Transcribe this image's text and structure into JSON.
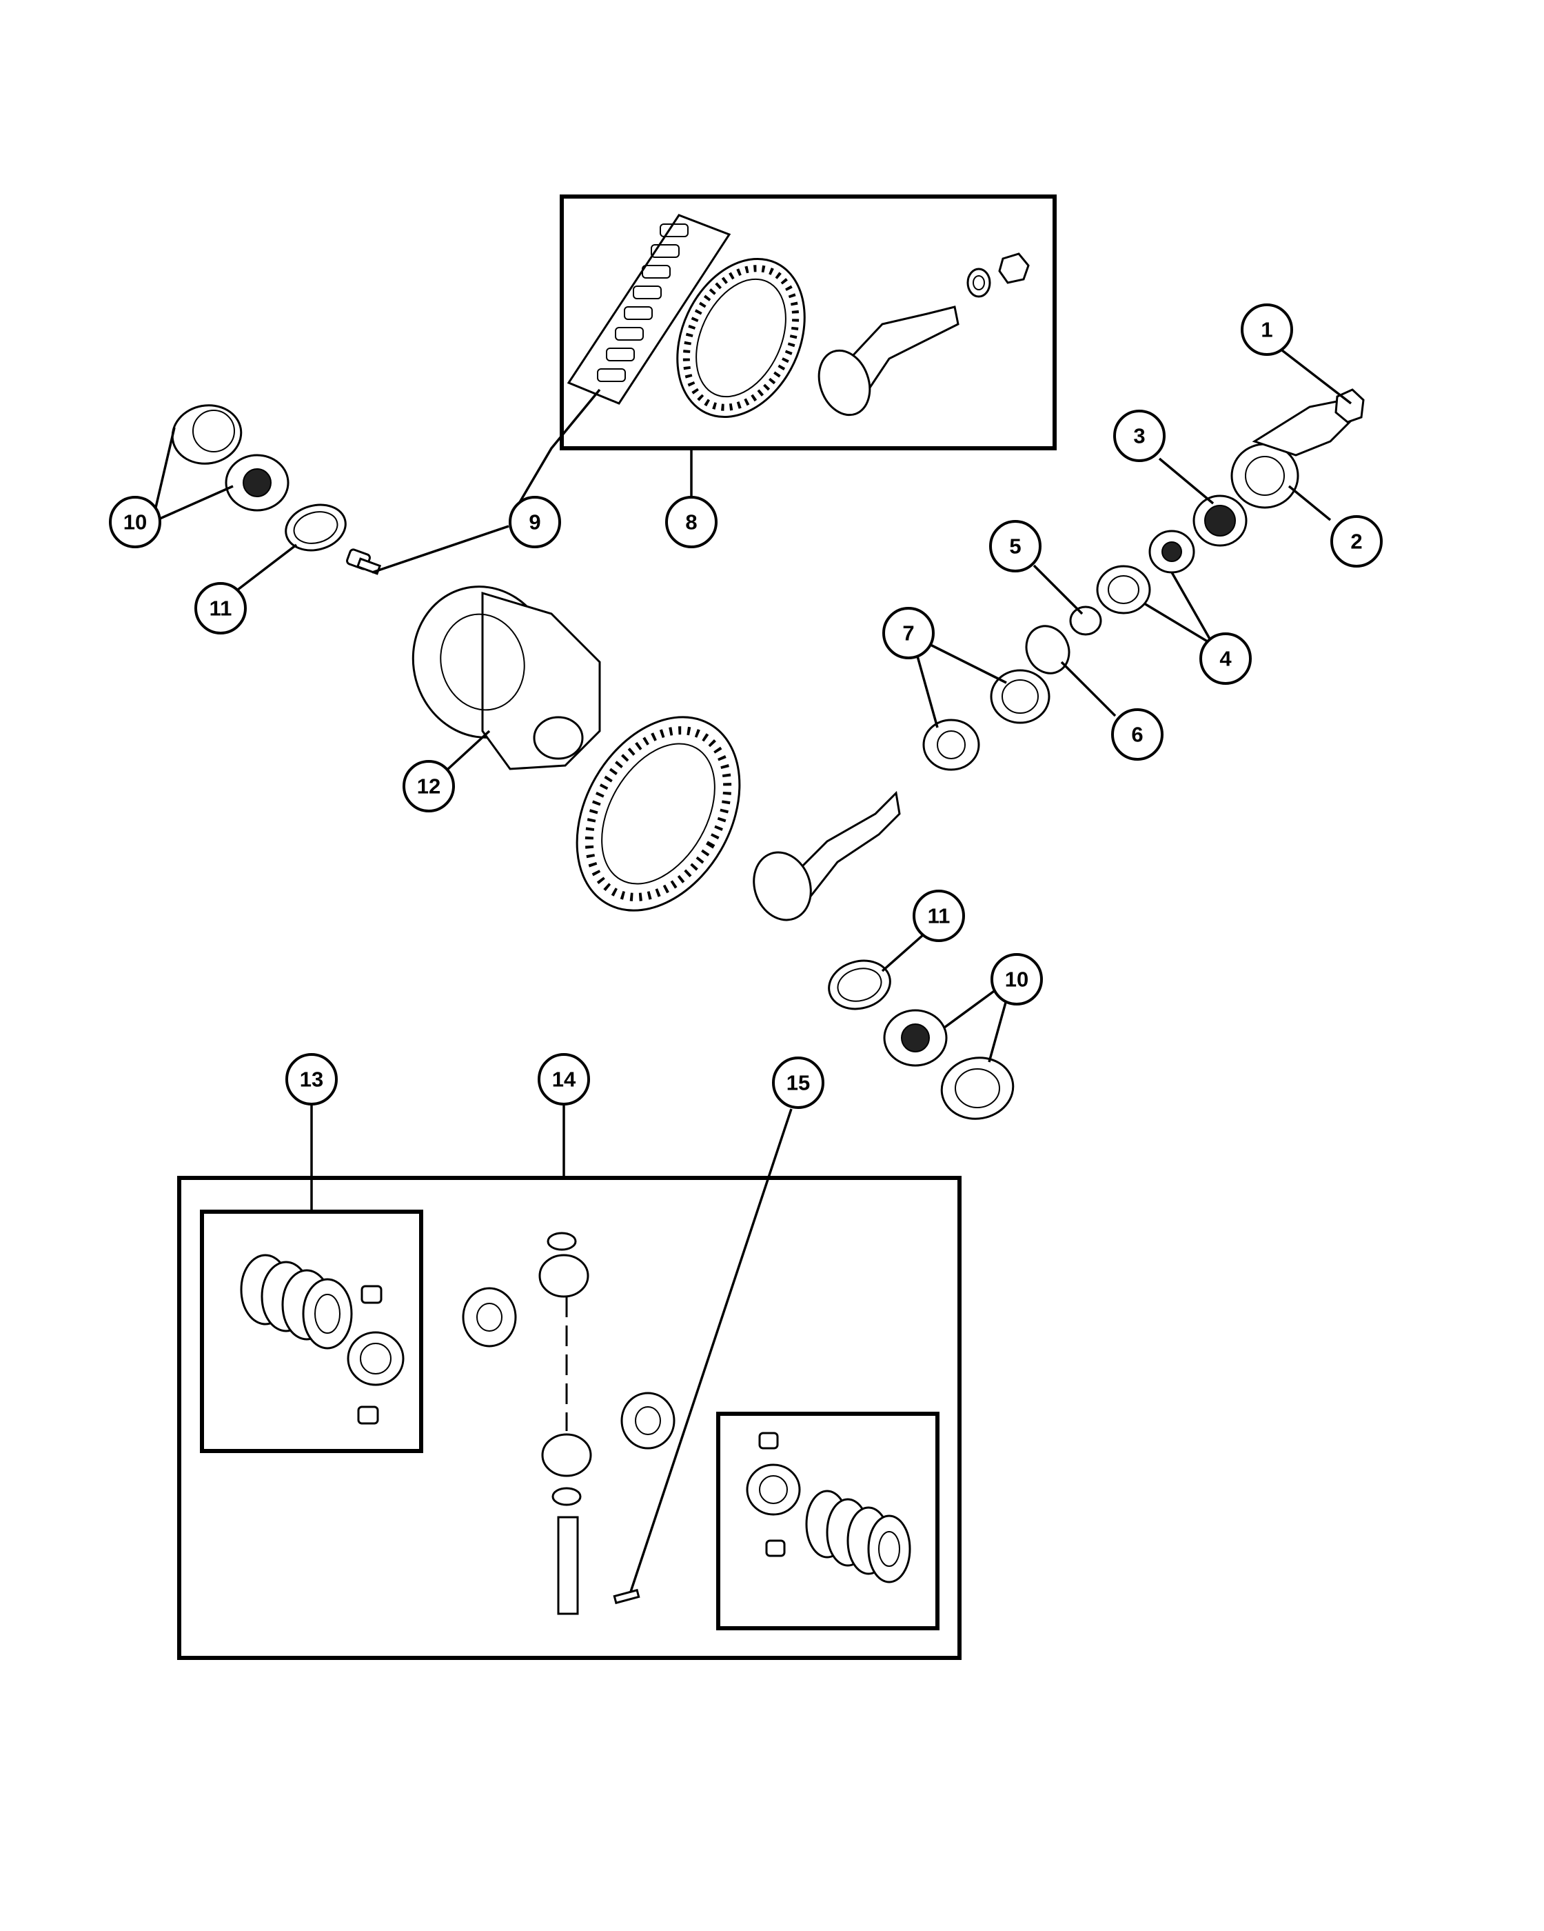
{
  "callouts": [
    {
      "id": "1",
      "label": "1"
    },
    {
      "id": "2",
      "label": "2"
    },
    {
      "id": "3",
      "label": "3"
    },
    {
      "id": "4",
      "label": "4"
    },
    {
      "id": "5",
      "label": "5"
    },
    {
      "id": "6",
      "label": "6"
    },
    {
      "id": "7",
      "label": "7"
    },
    {
      "id": "8",
      "label": "8"
    },
    {
      "id": "9",
      "label": "9"
    },
    {
      "id": "10a",
      "label": "10"
    },
    {
      "id": "11a",
      "label": "11"
    },
    {
      "id": "12",
      "label": "12"
    },
    {
      "id": "11b",
      "label": "11"
    },
    {
      "id": "10b",
      "label": "10"
    },
    {
      "id": "13",
      "label": "13"
    },
    {
      "id": "14",
      "label": "14"
    },
    {
      "id": "15",
      "label": "15"
    }
  ],
  "parts": [
    {
      "callout": "1",
      "icon": "pinion-nut-icon"
    },
    {
      "callout": "2",
      "icon": "yoke-icon"
    },
    {
      "callout": "3",
      "icon": "seal-icon"
    },
    {
      "callout": "4",
      "icon": "bearing-icon"
    },
    {
      "callout": "5",
      "icon": "collapsible-spacer-icon"
    },
    {
      "callout": "6",
      "icon": "shim-icon"
    },
    {
      "callout": "7",
      "icon": "bearing-icon"
    },
    {
      "callout": "8",
      "icon": "ring-and-pinion-gear-set-icon"
    },
    {
      "callout": "9",
      "icon": "bolt-icon"
    },
    {
      "callout": "10",
      "icon": "bearing-cup-icon"
    },
    {
      "callout": "11",
      "icon": "shim-icon"
    },
    {
      "callout": "12",
      "icon": "differential-case-icon"
    },
    {
      "callout": "13",
      "icon": "clutch-pack-icon"
    },
    {
      "callout": "14",
      "icon": "differential-gear-kit-icon"
    },
    {
      "callout": "15",
      "icon": "roll-pin-icon"
    }
  ],
  "colors": {
    "ink": "#000000",
    "paper": "#ffffff"
  }
}
